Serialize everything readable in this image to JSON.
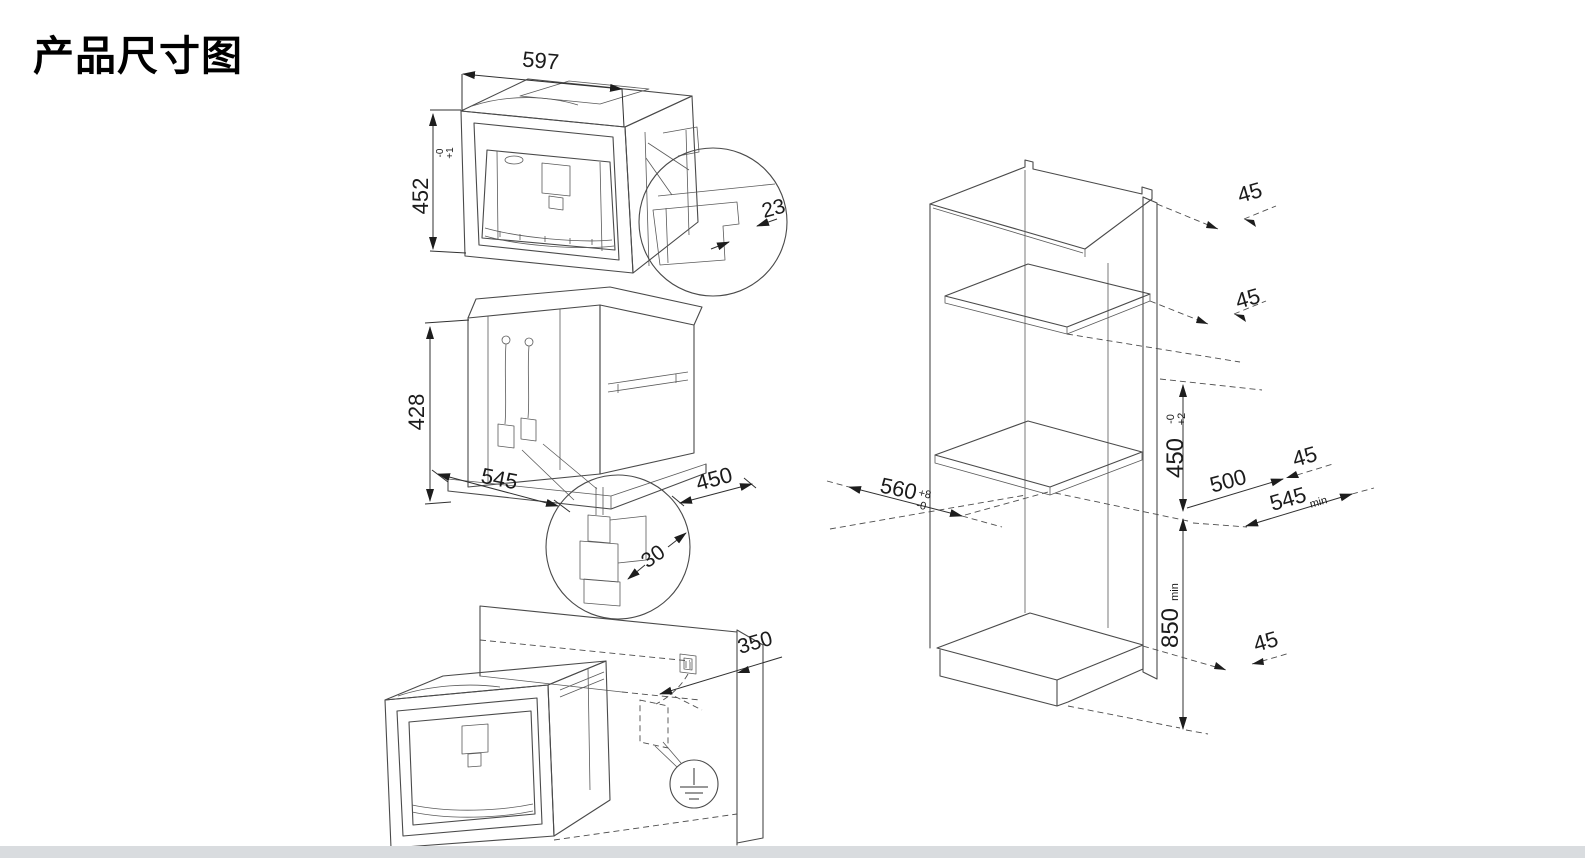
{
  "title": "产品尺寸图",
  "colors": {
    "line": "#4a4a4a",
    "dimension": "#303030",
    "text": "#1b1b1b",
    "footer_bar": "#d9dcdf",
    "background": "#ffffff"
  },
  "front_view": {
    "width": "597",
    "height": "452",
    "height_tol_upper": "+1",
    "height_tol_lower": "-0",
    "door_overhang": "23"
  },
  "rear_view": {
    "height": "428",
    "depth": "545",
    "width": "450",
    "plug_clearance": "30"
  },
  "installed_view": {
    "socket_offset": "350"
  },
  "cabinet_view": {
    "clearance_top": "45",
    "clearance_shelf": "45",
    "niche_height": "450",
    "niche_height_tol_upper": "+2",
    "niche_height_tol_lower": "-0",
    "niche_depth": "500",
    "clearance_rear": "45",
    "depth_min": "545",
    "depth_min_unit": "min",
    "niche_width": "560",
    "niche_width_tol_upper": "+8",
    "niche_width_tol_lower": "-0",
    "height_from_floor_min": "850",
    "height_from_floor_unit": "min",
    "clearance_bottom": "45"
  }
}
